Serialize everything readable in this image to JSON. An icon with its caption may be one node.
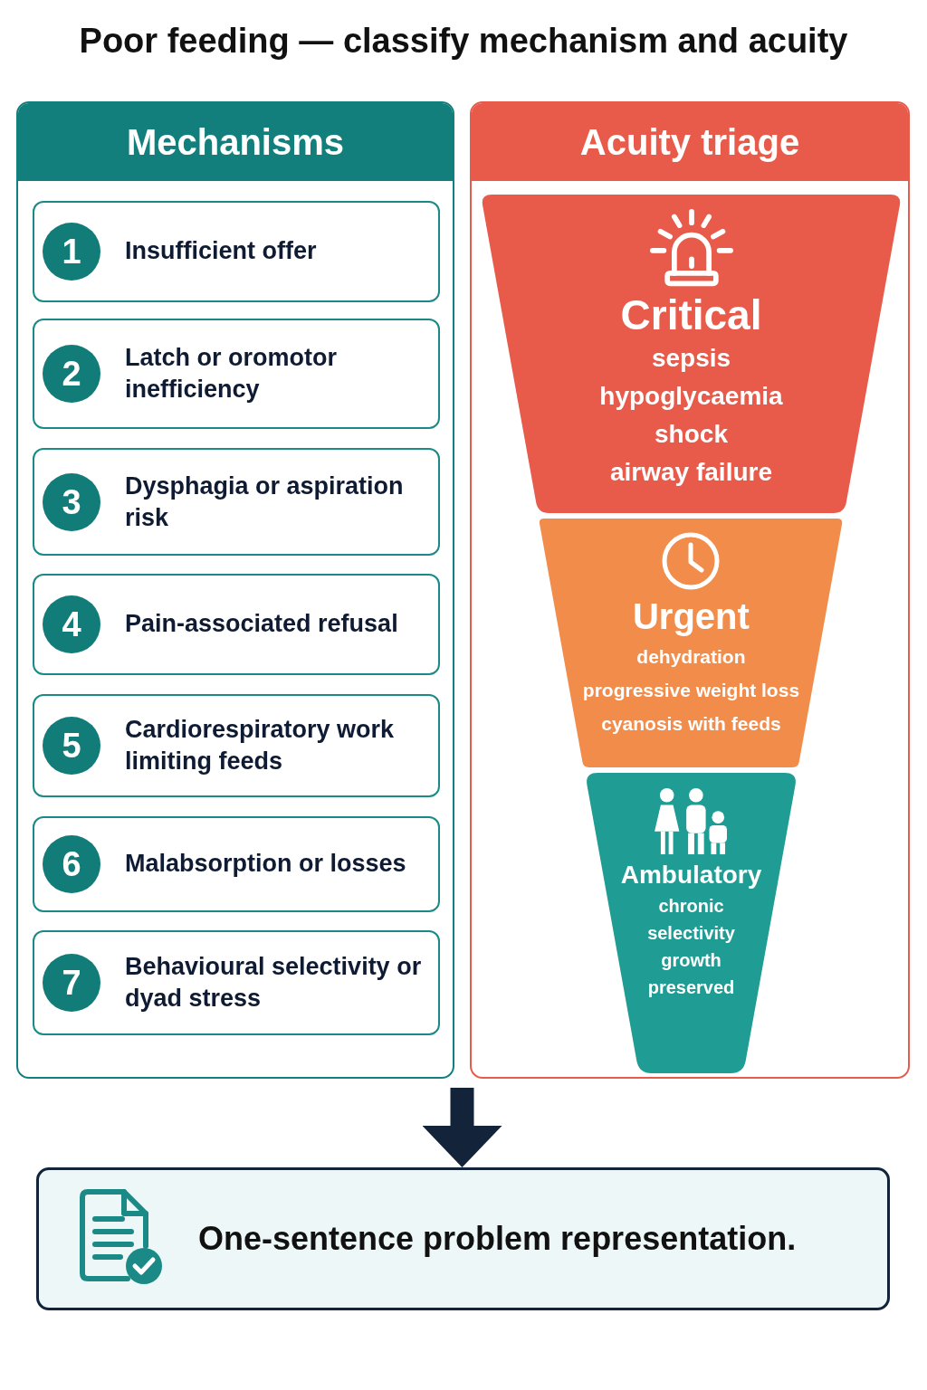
{
  "diagram": {
    "title": "Poor feeding — classify mechanism and acuity",
    "nodes": [
      {
        "text": [
          "Mechanisms"
        ]
      },
      {
        "text": [
          "Insufficient offer"
        ],
        "in": 0
      },
      {
        "text": [
          "1"
        ],
        "in": 1
      },
      {
        "text": [
          "Latch or oromotor inefficiency"
        ],
        "in": 0
      },
      {
        "text": [
          "2"
        ],
        "in": 3
      },
      {
        "text": [
          "Dysphagia or aspiration risk"
        ],
        "in": 0
      },
      {
        "text": [
          "3"
        ],
        "in": 5
      },
      {
        "text": [
          "Pain-associated refusal"
        ],
        "in": 0
      },
      {
        "text": [
          "4"
        ],
        "in": 7
      },
      {
        "text": [
          "Cardiorespiratory work limiting feeds"
        ],
        "in": 0
      },
      {
        "text": [
          "5"
        ],
        "in": 9
      },
      {
        "text": [
          "Malabsorption or losses"
        ],
        "in": 0
      },
      {
        "text": [
          "6"
        ],
        "in": 11
      },
      {
        "text": [
          "Behavioural selectivity or dyad stress"
        ],
        "in": 0
      },
      {
        "text": [
          "7"
        ],
        "in": 13
      },
      {
        "text": [
          "Acuity triage"
        ]
      },
      {
        "text": [
          "Critical",
          "sepsis",
          "hypoglycaemia",
          "shock",
          "airway failure"
        ],
        "in": 15
      },
      {
        "text": [
          "Urgent",
          "dehydration",
          "progressive weight loss",
          "cyanosis with feeds"
        ],
        "in": 15
      },
      {
        "text": [
          "Ambulatory",
          "chronic selectivity",
          "growth preserved"
        ],
        "in": 15
      },
      {
        "text": [
          "One-sentence problem representation."
        ]
      }
    ],
    "edges": [
      {
        "from": 0,
        "to": 19,
        "arrow": "to"
      },
      {
        "from": 15,
        "to": 19,
        "arrow": "to"
      }
    ]
  }
}
